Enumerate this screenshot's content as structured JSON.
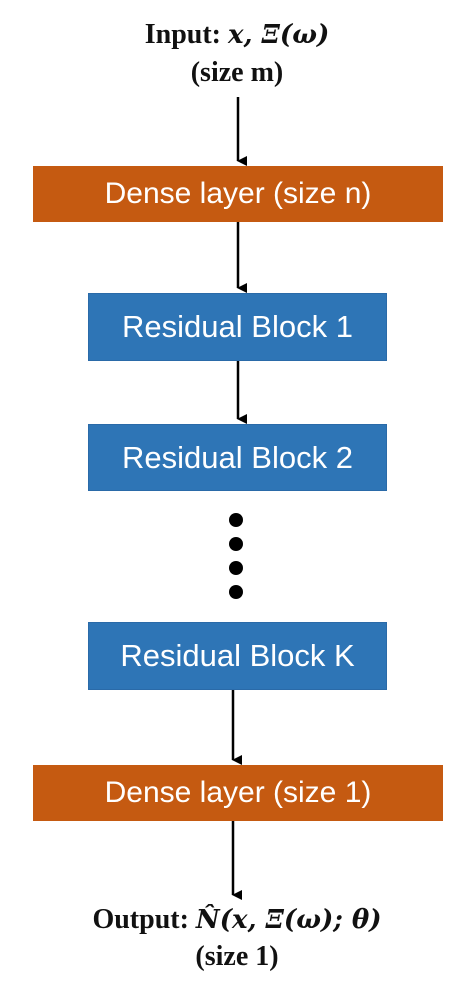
{
  "input": {
    "prefix": "Input: ",
    "math": "x, Ξ(ω)",
    "size": "(size m)"
  },
  "blocks": {
    "dense_top": "Dense layer (size n)",
    "residual_1": "Residual Block 1",
    "residual_2": "Residual Block 2",
    "residual_k": "Residual Block K",
    "dense_bottom": "Dense layer (size 1)"
  },
  "output": {
    "prefix": "Output: ",
    "math": "N̂(x, Ξ(ω); θ)",
    "size": "(size 1)"
  },
  "colors": {
    "dense": "#c55a11",
    "residual": "#2e75b6",
    "arrow": "#000000"
  }
}
